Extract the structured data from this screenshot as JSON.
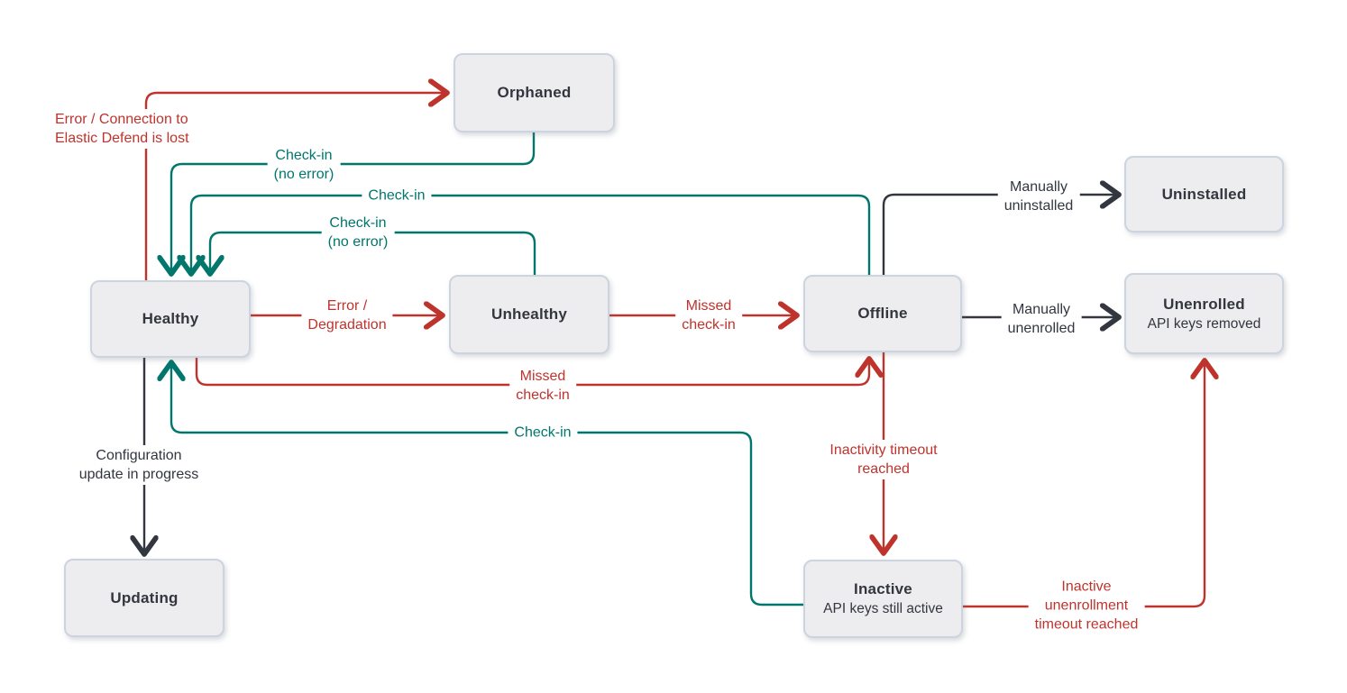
{
  "diagram": {
    "description": "Elastic Agent status state diagram",
    "colors": {
      "error": "#bf332d",
      "success": "#00766c",
      "neutral": "#32363f",
      "node-fill": "#ededef",
      "node-border": "#ccd4e0",
      "node-text": "#33363d",
      "background": "#ffffff"
    },
    "nodes": [
      {
        "id": "orphaned",
        "label": "Orphaned"
      },
      {
        "id": "uninstalled",
        "label": "Uninstalled"
      },
      {
        "id": "healthy",
        "label": "Healthy"
      },
      {
        "id": "unhealthy",
        "label": "Unhealthy"
      },
      {
        "id": "offline",
        "label": "Offline"
      },
      {
        "id": "unenrolled",
        "label": "Unenrolled",
        "sublabel": "API keys removed"
      },
      {
        "id": "updating",
        "label": "Updating"
      },
      {
        "id": "inactive",
        "label": "Inactive",
        "sublabel": "API keys still active"
      }
    ],
    "edges": [
      {
        "from": "healthy",
        "to": "orphaned",
        "type": "error",
        "lines": [
          "Error / Connection to",
          "Elastic Defend is lost"
        ]
      },
      {
        "from": "orphaned",
        "to": "healthy",
        "type": "success",
        "lines": [
          "Check-in",
          "(no error)"
        ]
      },
      {
        "from": "offline",
        "to": "healthy",
        "type": "success",
        "lines": [
          "Check-in"
        ]
      },
      {
        "from": "unhealthy",
        "to": "healthy",
        "type": "success",
        "lines": [
          "Check-in",
          "(no error)"
        ]
      },
      {
        "from": "healthy",
        "to": "unhealthy",
        "type": "error",
        "lines": [
          "Error /",
          "Degradation"
        ]
      },
      {
        "from": "unhealthy",
        "to": "offline",
        "type": "error",
        "lines": [
          "Missed",
          "check-in"
        ]
      },
      {
        "from": "healthy",
        "to": "offline",
        "type": "error",
        "lines": [
          "Missed",
          "check-in"
        ]
      },
      {
        "from": "inactive",
        "to": "healthy",
        "type": "success",
        "lines": [
          "Check-in"
        ]
      },
      {
        "from": "healthy",
        "to": "updating",
        "type": "neutral",
        "lines": [
          "Configuration",
          "update in progress"
        ]
      },
      {
        "from": "offline",
        "to": "uninstalled",
        "type": "neutral",
        "lines": [
          "Manually",
          "uninstalled"
        ]
      },
      {
        "from": "offline",
        "to": "unenrolled",
        "type": "neutral",
        "lines": [
          "Manually",
          "unenrolled"
        ]
      },
      {
        "from": "offline",
        "to": "inactive",
        "type": "error",
        "lines": [
          "Inactivity timeout",
          "reached"
        ]
      },
      {
        "from": "inactive",
        "to": "unenrolled",
        "type": "error",
        "lines": [
          "Inactive",
          "unenrollment",
          "timeout reached"
        ]
      }
    ]
  }
}
